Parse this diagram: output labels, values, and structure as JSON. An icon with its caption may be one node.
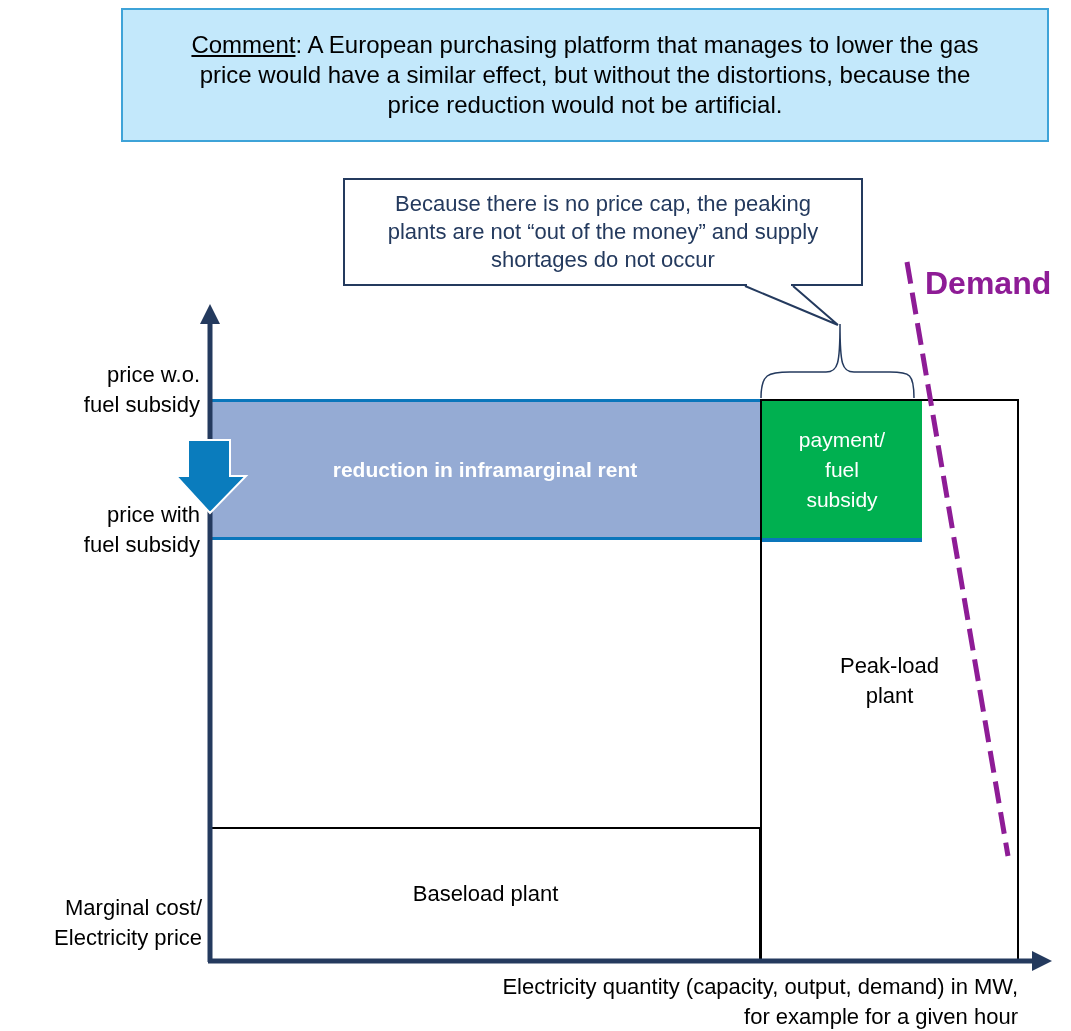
{
  "diagram": {
    "nodes": [
      {
        "text": [
          "Comment",
          ": A European purchasing platform that manages to lower the gas price would have a similar effect, but without the distortions, because the price reduction would not be artificial."
        ]
      },
      {
        "text": [
          "Because there is no price cap, the peaking plants are not “out of the money” and supply shortages do not occur"
        ]
      },
      {
        "text": [],
        "shape": "brace"
      },
      {
        "text": [
          "reduction in inframarginal rent"
        ]
      },
      {
        "text": [
          "Peak-load plant"
        ]
      },
      {
        "text": [
          "payment/ fuel subsidy"
        ],
        "in": 4
      },
      {
        "text": [
          "Baseload plant"
        ]
      }
    ],
    "edges": [
      {
        "from": 1,
        "to": 2,
        "arrow": "none"
      }
    ],
    "labels": [
      "Demand",
      "price w.o. fuel subsidy",
      "price with fuel subsidy",
      "Marginal cost/ Electricity price",
      "Electricity quantity (capacity, output, demand) in MW, for example for a given hour"
    ]
  }
}
